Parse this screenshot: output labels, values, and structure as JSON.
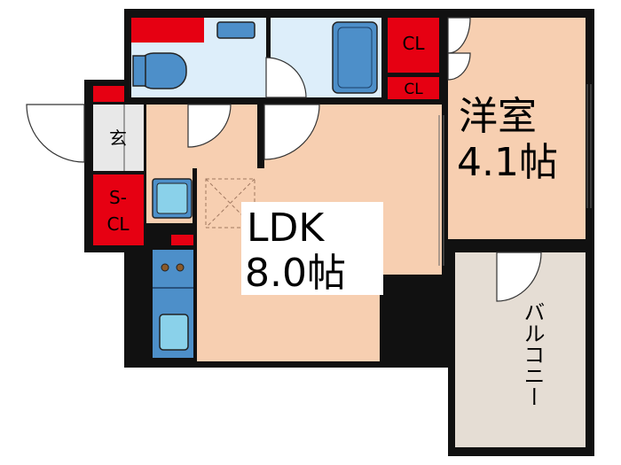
{
  "rooms": {
    "western": {
      "name": "洋室",
      "size": "4.1帖"
    },
    "ldk": {
      "name": "LDK",
      "size": "8.0帖"
    }
  },
  "closets": {
    "cl_top": "CL",
    "cl_bottom": "CL",
    "shoe_closet_line1": "S-",
    "shoe_closet_line2": "CL"
  },
  "entrance": "玄",
  "balcony": "バルコニー",
  "colors": {
    "wall": "#111111",
    "room_floor": "#f7cfb1",
    "wet_area": "#ddeefa",
    "fixture": "#4d8fc9",
    "closet": "#e60012",
    "balcony": "#e5ddd4",
    "entrance": "#e8e8e8"
  }
}
